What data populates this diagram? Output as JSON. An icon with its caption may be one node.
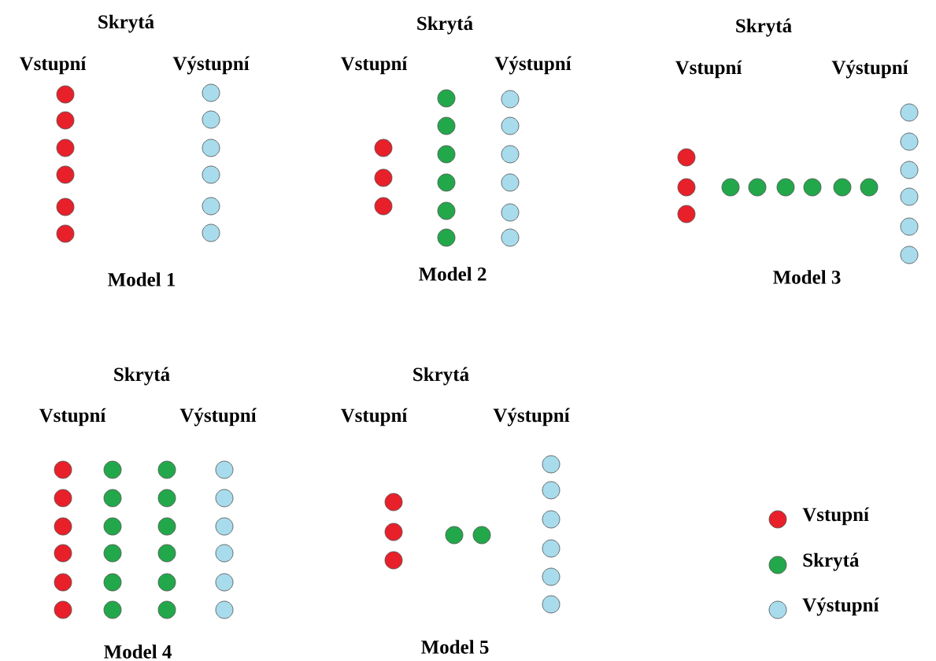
{
  "diagram": {
    "labels": [
      "Skrytá",
      "Vstupní",
      "Výstupní",
      "Model 1",
      "Skrytá",
      "Vstupní",
      "Výstupní",
      "Model 2",
      "Skrytá",
      "Vstupní",
      "Výstupní",
      "Model 3",
      "Skrytá",
      "Vstupní",
      "Výstupní",
      "Model 4",
      "Skrytá",
      "Vstupní",
      "Výstupní",
      "Model 5"
    ],
    "legend": [
      {
        "text": "Vstupní",
        "color": "#e8202a"
      },
      {
        "text": "Skrytá",
        "color": "#22a84a"
      },
      {
        "text": "Výstupní",
        "color": "#a8dcec"
      }
    ]
  }
}
